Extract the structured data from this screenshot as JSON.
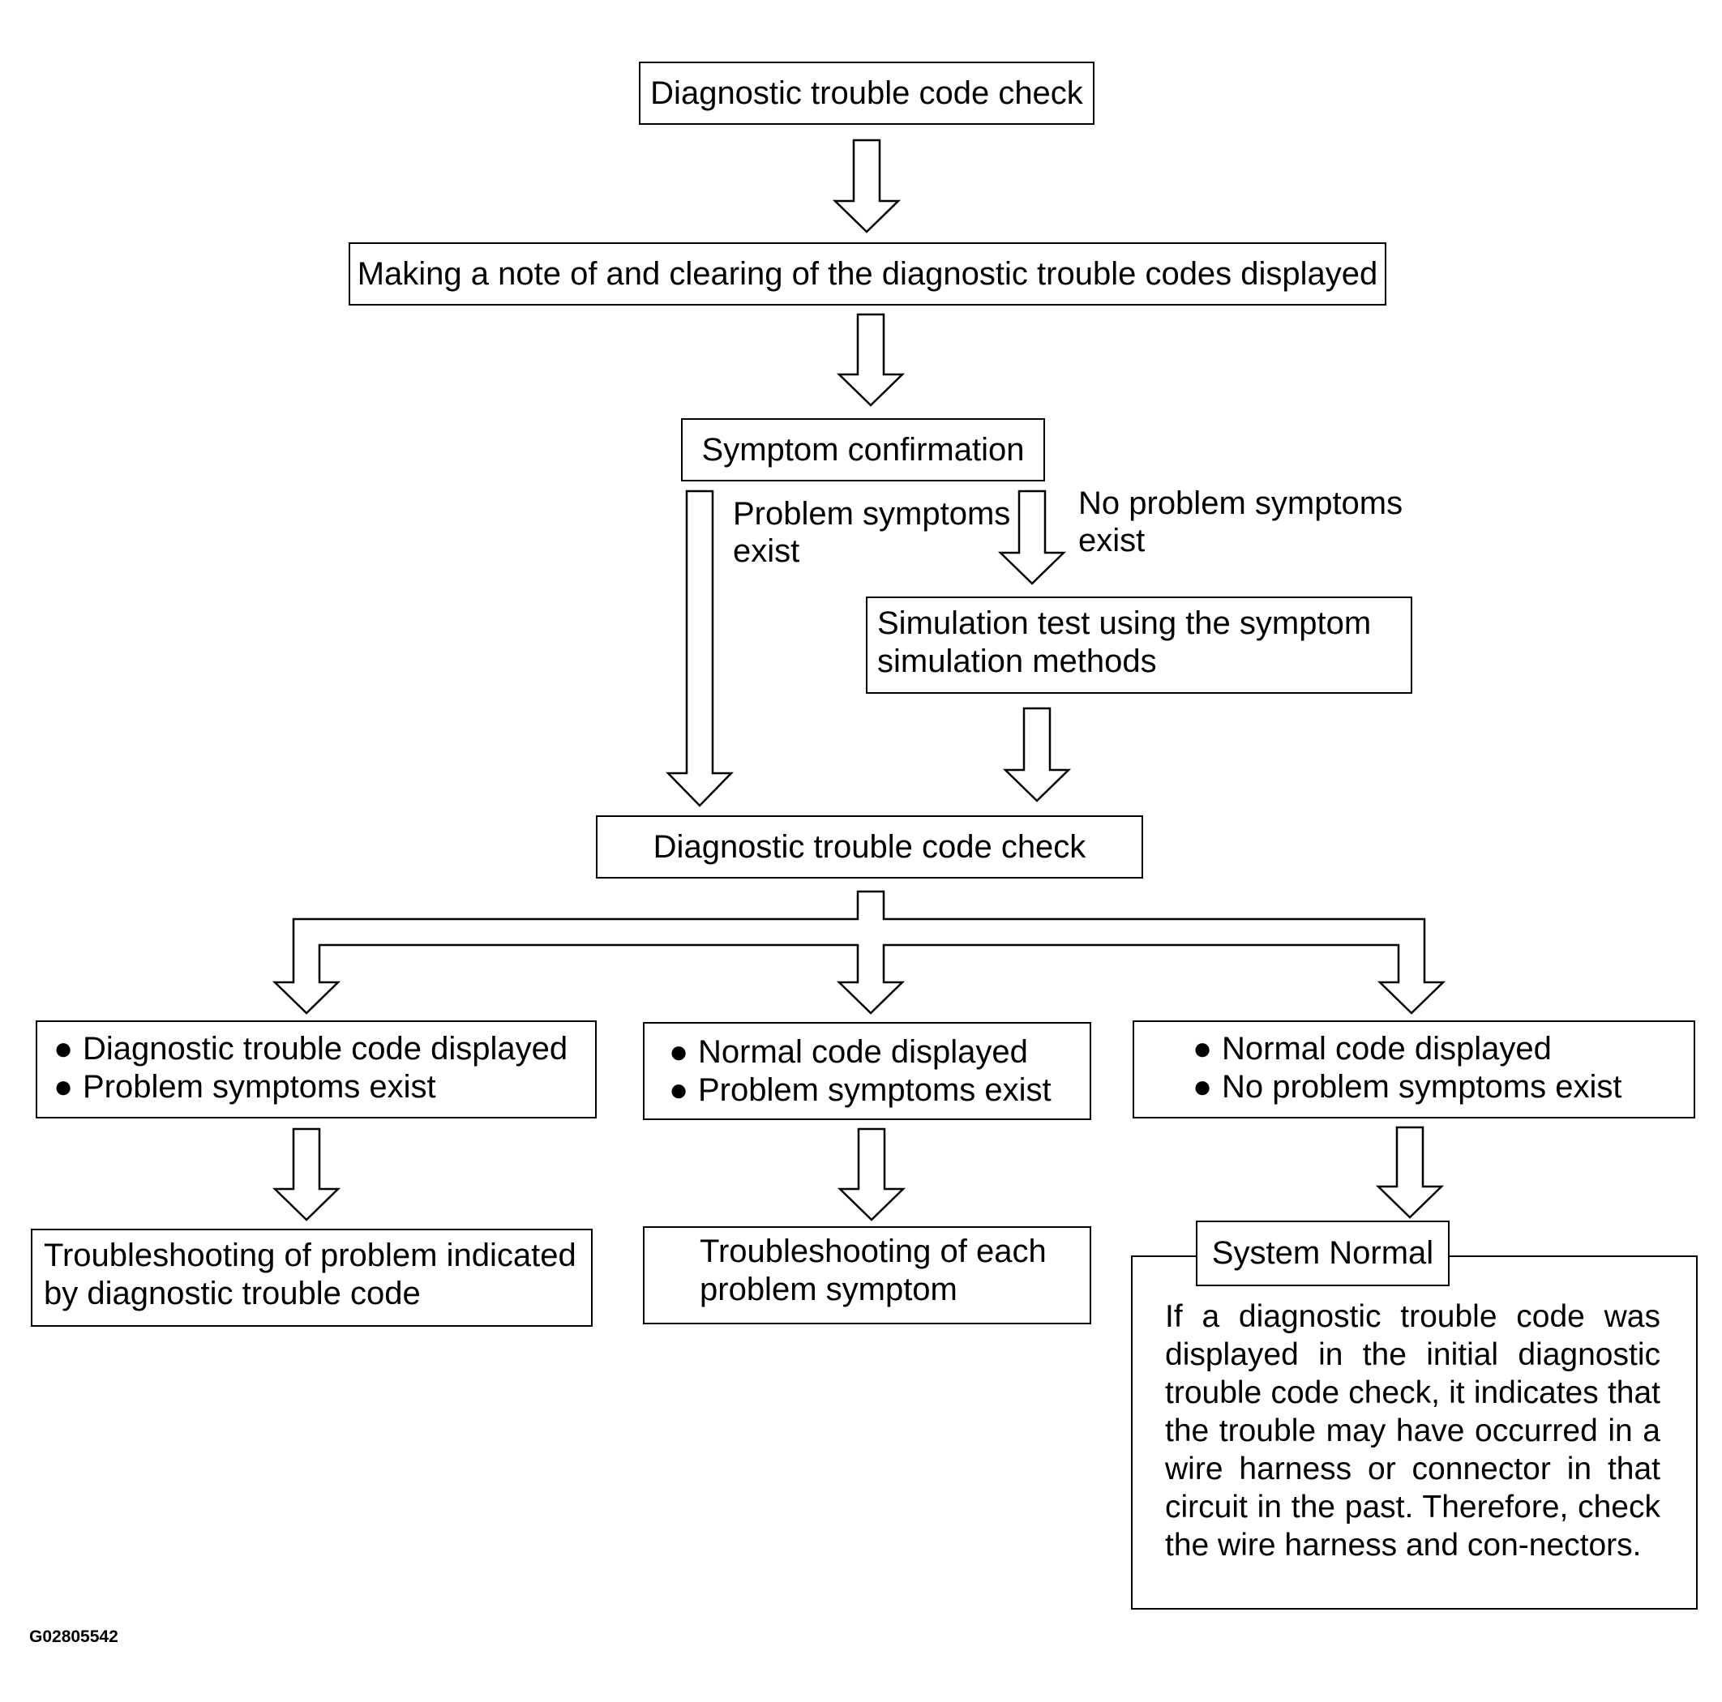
{
  "steps": {
    "dtc_check_1": "Diagnostic trouble code check",
    "note_clear": "Making a note of and clearing of the diagnostic trouble codes displayed",
    "symptom_confirm": "Symptom confirmation",
    "simulation": [
      "Simulation test using the symptom",
      "simulation methods"
    ],
    "dtc_check_2": "Diagnostic trouble code check"
  },
  "branch_labels": {
    "problem_exists": [
      "Problem symptoms",
      "exist"
    ],
    "no_problem": [
      "No problem symptoms",
      "exist"
    ]
  },
  "bullet_glyph": "●",
  "outcomes": [
    {
      "conditions": [
        "Diagnostic trouble code displayed",
        "Problem symptoms exist"
      ],
      "result": [
        "Troubleshooting of problem indicated",
        "by diagnostic trouble code"
      ]
    },
    {
      "conditions": [
        "Normal code displayed",
        "Problem symptoms exist"
      ],
      "result": [
        "Troubleshooting of each",
        "problem symptom"
      ]
    },
    {
      "conditions": [
        "Normal code displayed",
        "No problem symptoms exist"
      ],
      "result_title": "System Normal",
      "result_note": "If a diagnostic trouble code was displayed in the initial diagnostic trouble code check, it indicates that the trouble may have occurred in a wire harness or connector in that circuit in the past. Therefore, check the wire harness and con-nectors."
    }
  ],
  "figure_id": "G02805542",
  "colors": {
    "stroke": "#000000",
    "fill": "#ffffff"
  }
}
